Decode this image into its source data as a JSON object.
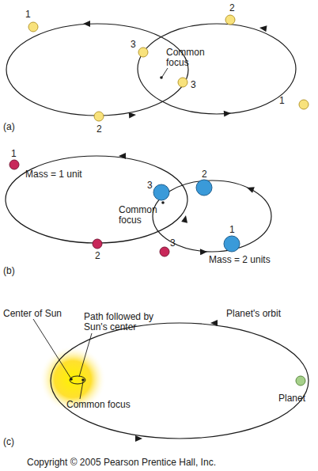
{
  "diagram": {
    "labels": [
      "1",
      "3",
      "2",
      "Common focus",
      "3",
      "2",
      "1",
      "(a)",
      "1",
      "Mass = 1 unit",
      "3",
      "2",
      "Common focus",
      "2",
      "3",
      "1",
      "Mass = 2 units",
      "(b)",
      "Center of Sun",
      "Path followed by Sun's center",
      "Common focus",
      "Planet's orbit",
      "Planet",
      "(c)",
      "Copyright © 2005 Pearson Prentice Hall, Inc."
    ]
  }
}
